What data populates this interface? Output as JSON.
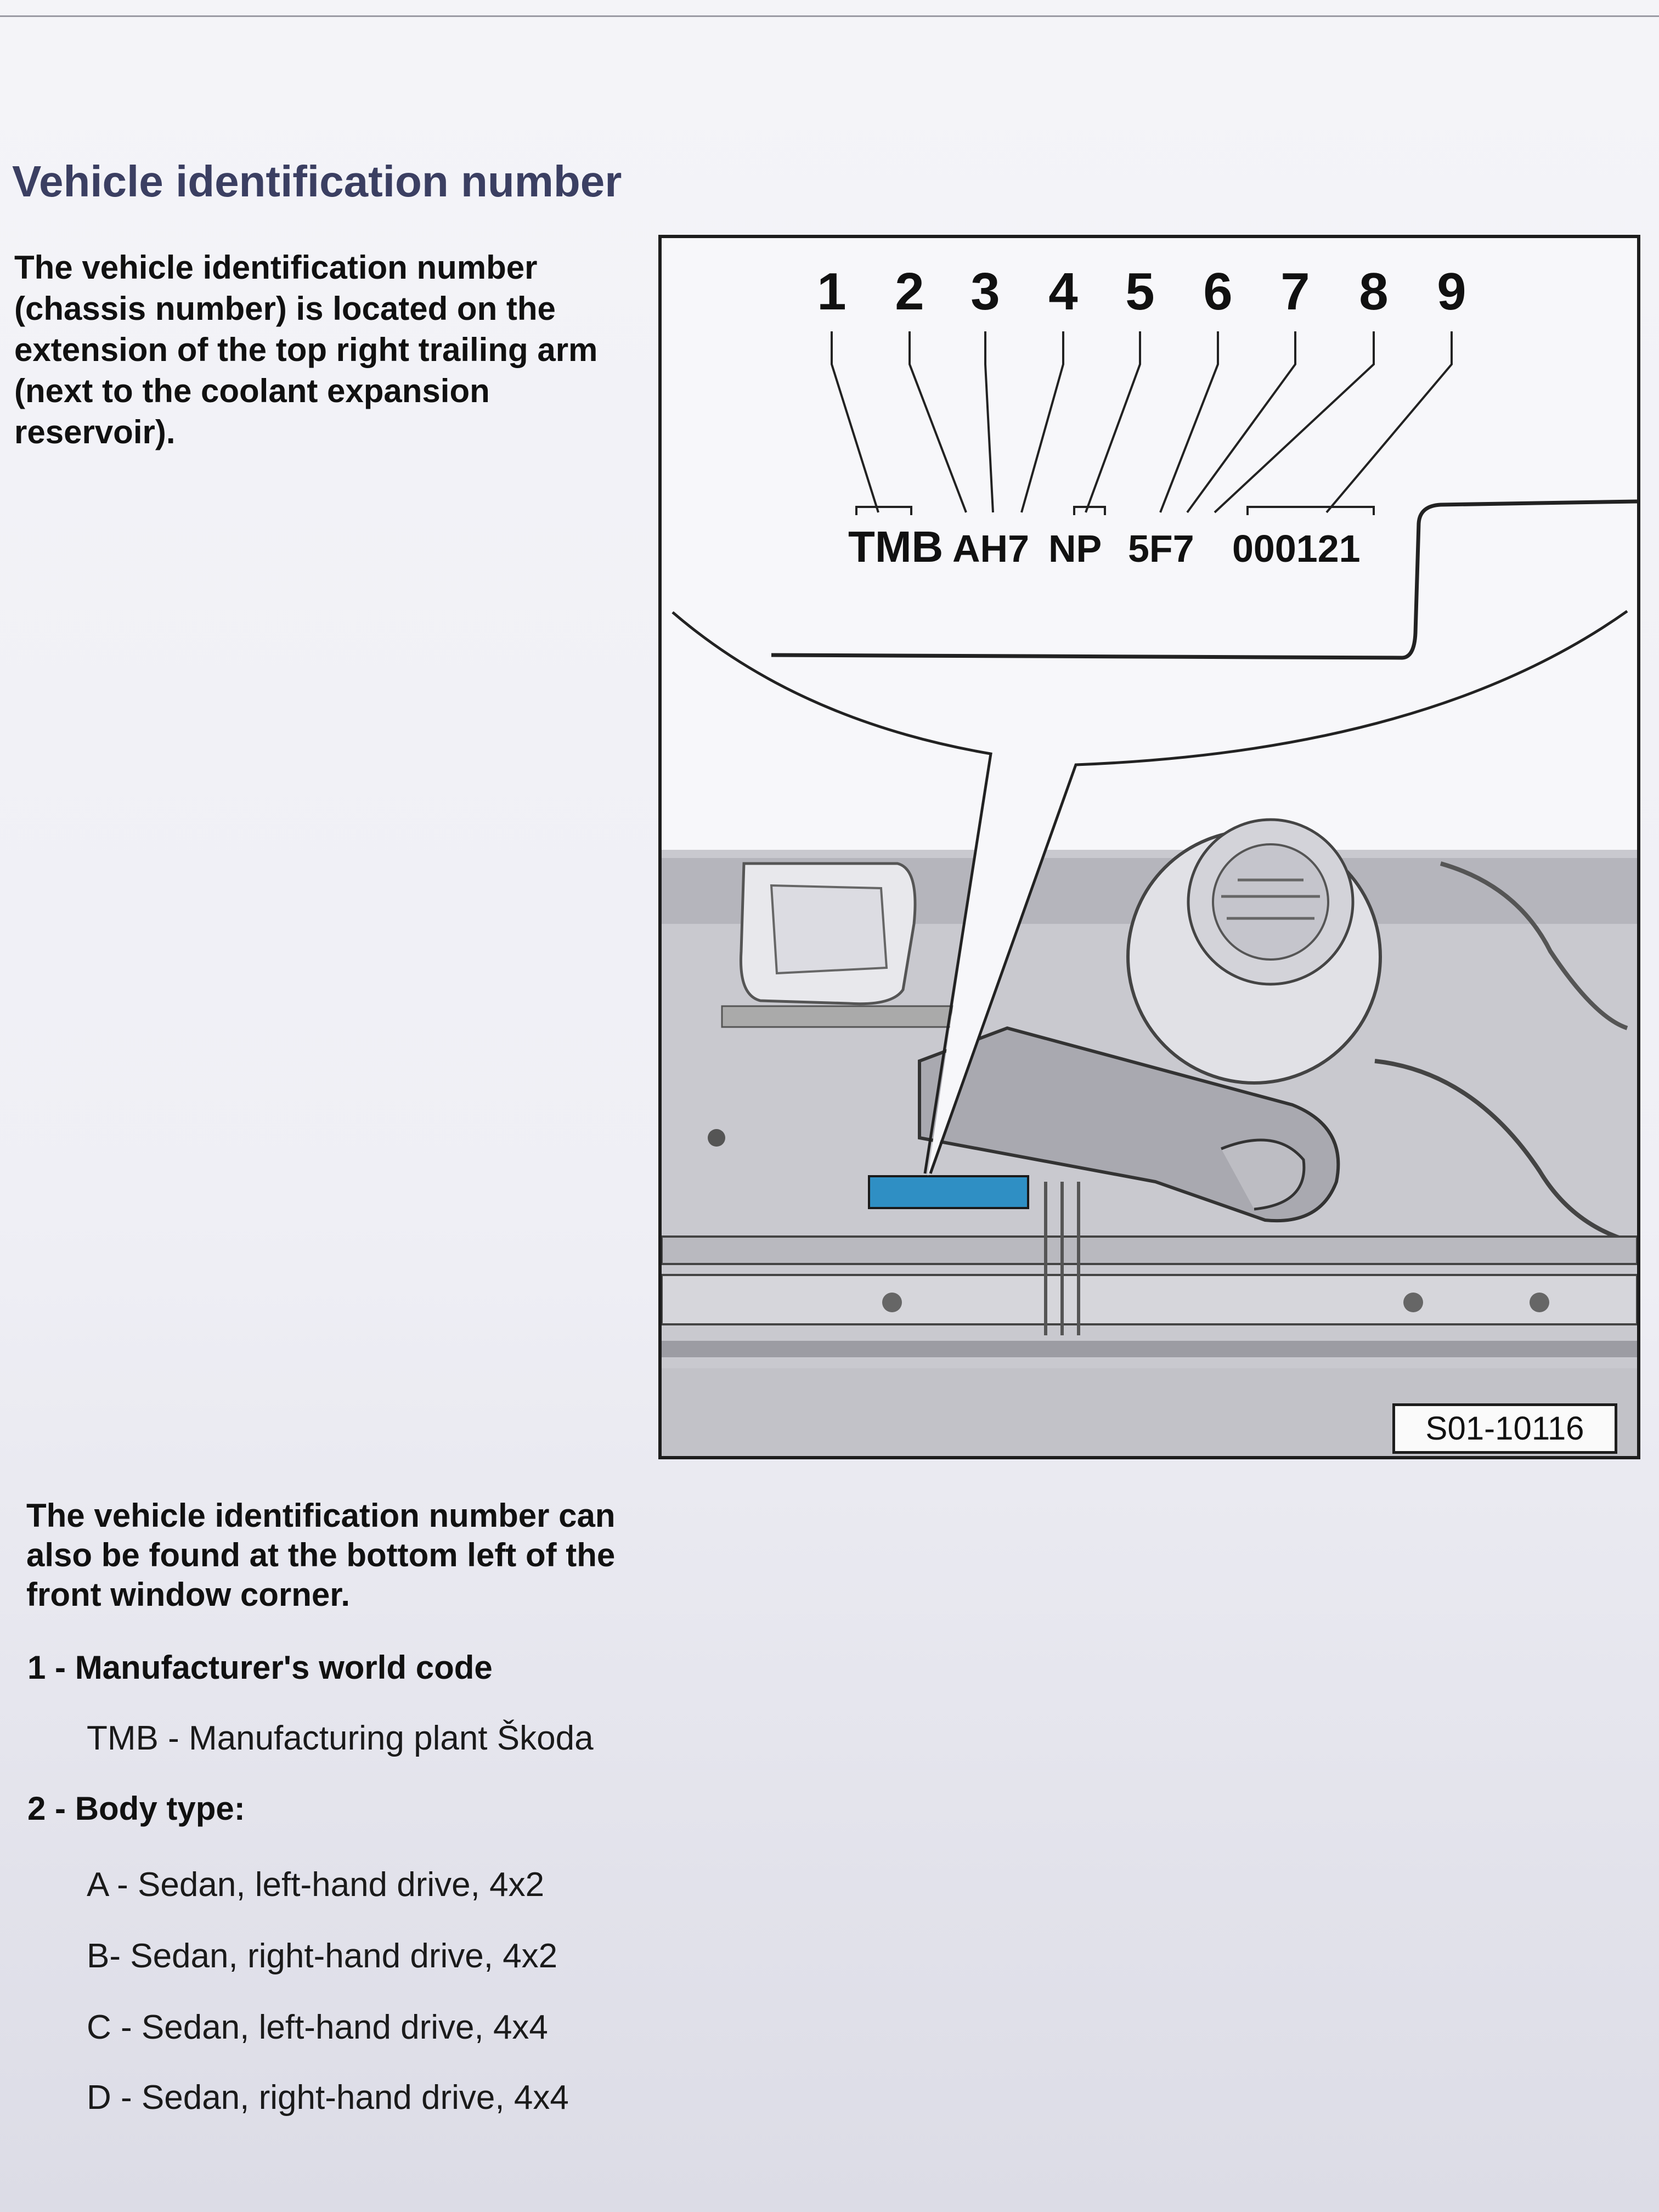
{
  "title": "Vehicle identification number",
  "intro": {
    "line1": "The vehicle identification number",
    "line2": "(chassis number) is located on the",
    "line3": "extension of the top right trailing arm",
    "line4": "(next to the coolant expansion",
    "line5": "reservoir)."
  },
  "second_note": {
    "line1": "The vehicle identification number can",
    "line2": "also be found at the bottom left of the",
    "line3": "front window corner."
  },
  "section1": {
    "heading": "1 - Manufacturer's world code",
    "items": [
      "TMB - Manufacturing plant Škoda"
    ]
  },
  "section2": {
    "heading": "2 - Body type:",
    "items": [
      "A - Sedan, left-hand drive, 4x2",
      "B- Sedan, right-hand drive, 4x2",
      "C - Sedan, left-hand drive, 4x4",
      "D - Sedan, right-hand drive, 4x4"
    ]
  },
  "figure": {
    "digits": [
      "1",
      "2",
      "3",
      "4",
      "5",
      "6",
      "7",
      "8",
      "9"
    ],
    "vin_groups": [
      "TMB",
      "AH7",
      "NP",
      "5F7",
      "000121"
    ],
    "figure_id": "S01-10116",
    "label_color": "#2f8fc4"
  }
}
